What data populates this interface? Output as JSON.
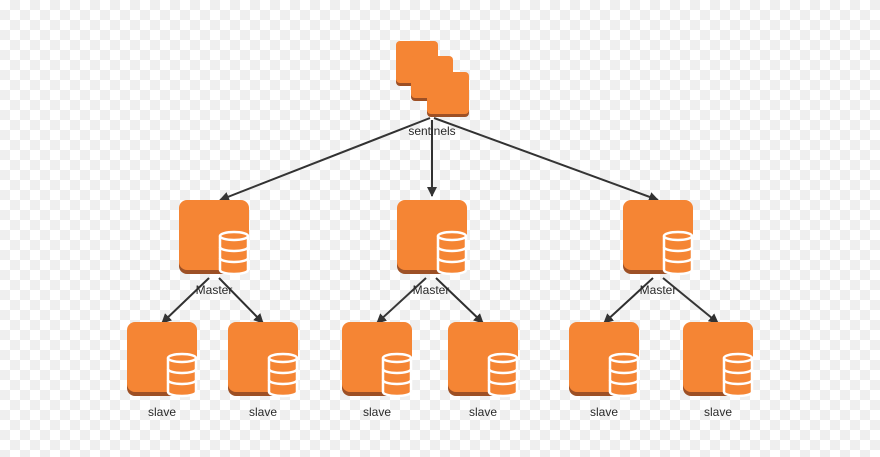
{
  "colors": {
    "node_fill": "#f58534",
    "node_shadow": "#9d5025",
    "arrow": "#333333",
    "db_fill": "#f58534",
    "db_stroke": "#ffffff"
  },
  "icons": {
    "sentinel": "stacked-instances-icon",
    "master": "database-server-icon",
    "slave": "database-server-icon"
  },
  "sentinels": {
    "label": "sentinels"
  },
  "masters": [
    {
      "label": "Master",
      "slaves": [
        {
          "label": "slave"
        },
        {
          "label": "slave"
        }
      ]
    },
    {
      "label": "Master",
      "slaves": [
        {
          "label": "slave"
        },
        {
          "label": "slave"
        }
      ]
    },
    {
      "label": "Master",
      "slaves": [
        {
          "label": "slave"
        },
        {
          "label": "slave"
        }
      ]
    }
  ]
}
